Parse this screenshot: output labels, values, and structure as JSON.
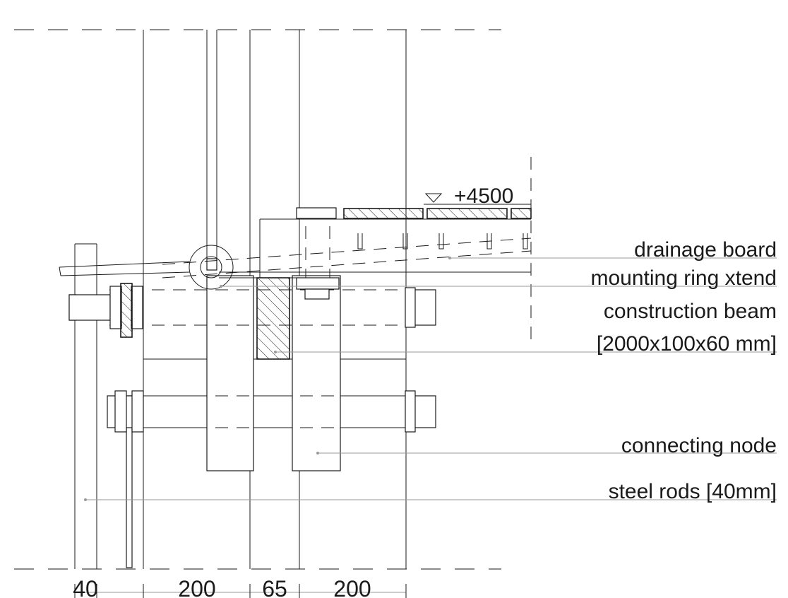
{
  "labels": {
    "drainage_board": "drainage board",
    "mounting_ring": "mounting ring xtend",
    "construction_beam": "construction beam",
    "construction_beam_size": "[2000x100x60 mm]",
    "connecting_node": "connecting node",
    "steel_rods": "steel rods [40mm]"
  },
  "level_mark": "+4500",
  "dimensions": [
    "40",
    "200",
    "65",
    "200"
  ]
}
